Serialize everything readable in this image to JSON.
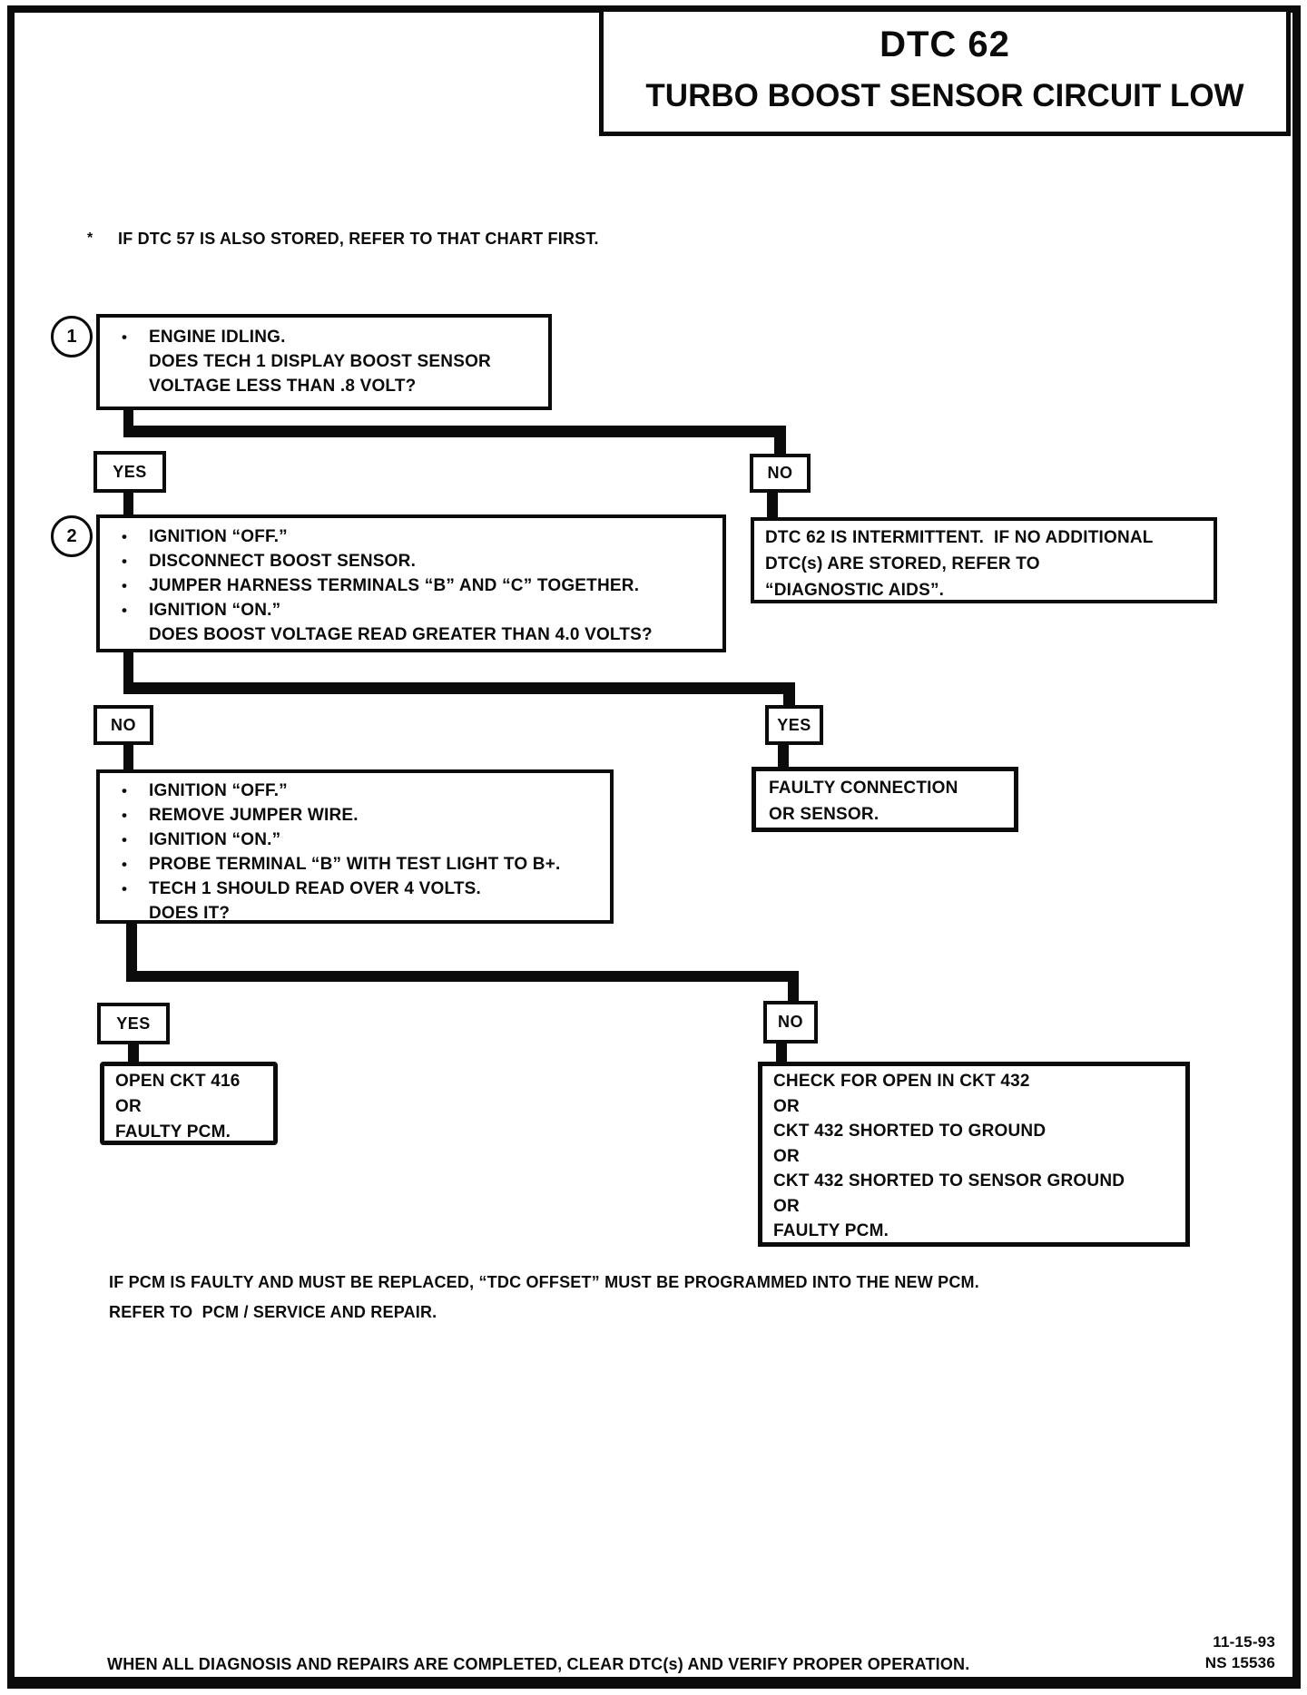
{
  "ui": {
    "bullet": "•",
    "footnote_marker": "*"
  },
  "page": {
    "title_line1": "DTC 62",
    "title_line2": "TURBO BOOST SENSOR CIRCUIT LOW",
    "footnote": "IF DTC 57 IS ALSO STORED, REFER TO THAT CHART FIRST.",
    "pcm_note_line1": "IF PCM IS FAULTY AND MUST BE REPLACED, “TDC OFFSET” MUST BE PROGRAMMED INTO THE NEW PCM.",
    "pcm_note_line2": "REFER TO  PCM / SERVICE AND REPAIR.",
    "footer_note": "WHEN ALL DIAGNOSIS AND REPAIRS ARE COMPLETED, CLEAR DTC(s) AND VERIFY PROPER OPERATION.",
    "date": "11-15-93",
    "doc_number": "NS 15536"
  },
  "flow": {
    "step1": {
      "number": "1",
      "lines": [
        "ENGINE IDLING.",
        "DOES TECH 1 DISPLAY BOOST SENSOR",
        "VOLTAGE LESS THAN .8 VOLT?"
      ]
    },
    "decision1": {
      "left": "YES",
      "right": "NO"
    },
    "intermittent": {
      "lines": [
        "DTC 62 IS INTERMITTENT.  IF NO ADDITIONAL",
        "DTC(s) ARE STORED, REFER TO",
        "“DIAGNOSTIC AIDS”."
      ]
    },
    "step2": {
      "number": "2",
      "lines": [
        "IGNITION “OFF.”",
        "DISCONNECT BOOST SENSOR.",
        "JUMPER HARNESS TERMINALS “B” AND “C” TOGETHER.",
        "IGNITION “ON.”",
        "DOES BOOST VOLTAGE READ GREATER THAN 4.0 VOLTS?"
      ]
    },
    "decision2": {
      "left": "NO",
      "right": "YES"
    },
    "faulty_connection": {
      "lines": [
        "FAULTY CONNECTION",
        "OR SENSOR."
      ]
    },
    "step3": {
      "lines": [
        "IGNITION “OFF.”",
        "REMOVE JUMPER WIRE.",
        "IGNITION “ON.”",
        "PROBE TERMINAL “B” WITH TEST LIGHT TO B+.",
        "TECH 1 SHOULD READ OVER 4 VOLTS.",
        "DOES IT?"
      ]
    },
    "decision3": {
      "left": "YES",
      "right": "NO"
    },
    "open_ckt": {
      "lines": [
        "OPEN CKT 416",
        "OR",
        "FAULTY PCM."
      ]
    },
    "check_ckt": {
      "lines": [
        "CHECK FOR OPEN IN CKT 432",
        "OR",
        "CKT 432 SHORTED TO GROUND",
        "OR",
        "CKT 432 SHORTED TO SENSOR GROUND",
        "OR",
        "FAULTY PCM."
      ]
    }
  }
}
